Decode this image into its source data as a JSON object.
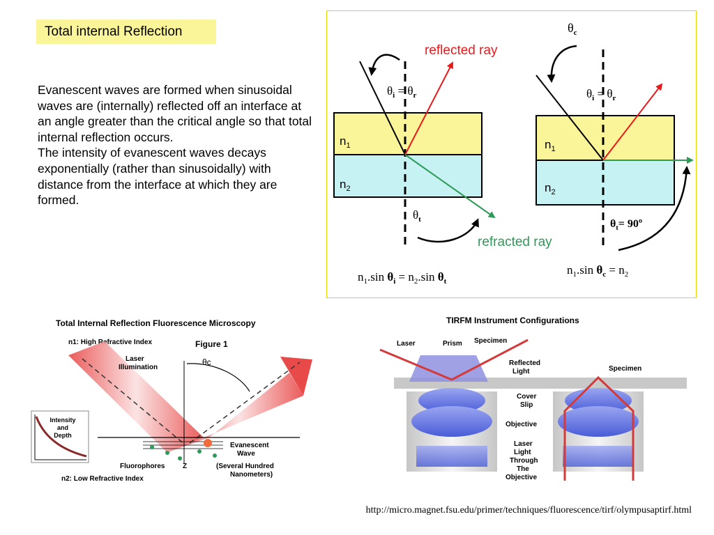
{
  "slide": {
    "title": "Total internal Reflection",
    "paragraphs": [
      "Evanescent waves are formed when sinusoidal waves are (internally) reflected off an interface at an angle greater than the critical angle so that total internal reflection occurs.",
      "The intensity of evanescent waves decays exponentially (rather than sinusoidally) with distance from the interface at which they are formed."
    ],
    "source_url": "http://micro.magnet.fsu.edu/primer/techniques/fluorescence/tirf/olympusaptirf.html"
  },
  "diagram": {
    "reflected_ray": "reflected ray",
    "refracted_ray": "refracted ray",
    "n1": "n",
    "n1_sub": "1",
    "n2": "n",
    "n2_sub": "2",
    "theta": "θ",
    "sub_i": "i",
    "sub_r": "r",
    "sub_t": "t",
    "sub_c": "c",
    "equals": " = ",
    "theta_t_90": "= 90º",
    "formula_left": {
      "a": "n",
      "a_sub": "1",
      "b": ".sin ",
      "c": "θ",
      "c_sub": "i",
      "d": " = n",
      "d_sub": "2",
      "e": ".sin ",
      "f": "θ",
      "f_sub": "t"
    },
    "formula_right": {
      "a": "n",
      "a_sub": "1",
      "b": ".sin ",
      "c": "θ",
      "c_sub": "c",
      "d": " = n",
      "d_sub": "2"
    },
    "colors": {
      "incident": "#000000",
      "reflected": "#e8191b",
      "refracted": "#2e9a57",
      "n1_fill": "#fbf59a",
      "n2_fill": "#c6f2f3"
    }
  },
  "figure1": {
    "title": "Total Internal Reflection Fluorescence Microscopy",
    "n1": "n1: High Refractive Index",
    "n2": "n2: Low Refractive Index",
    "fig_label": "Figure 1",
    "laser": [
      "Laser",
      "Illumination"
    ],
    "theta_c": "θc",
    "inset": [
      "Intensity",
      "and",
      "Depth"
    ],
    "evanescent": [
      "Evanescent",
      "Wave"
    ],
    "fluorophores": "Fluorophores",
    "z": "Z",
    "nanometers": [
      "(Several Hundred",
      "Nanometers)"
    ]
  },
  "figure2": {
    "title": "TIRFM Instrument Configurations",
    "laser": "Laser",
    "prism": "Prism",
    "specimen": "Specimen",
    "reflected": [
      "Reflected",
      "Light"
    ],
    "specimen2": "Specimen",
    "cover": [
      "Cover",
      "Slip"
    ],
    "objective": "Objective",
    "laser_through": [
      "Laser",
      "Light",
      "Through",
      "The",
      "Objective"
    ]
  }
}
